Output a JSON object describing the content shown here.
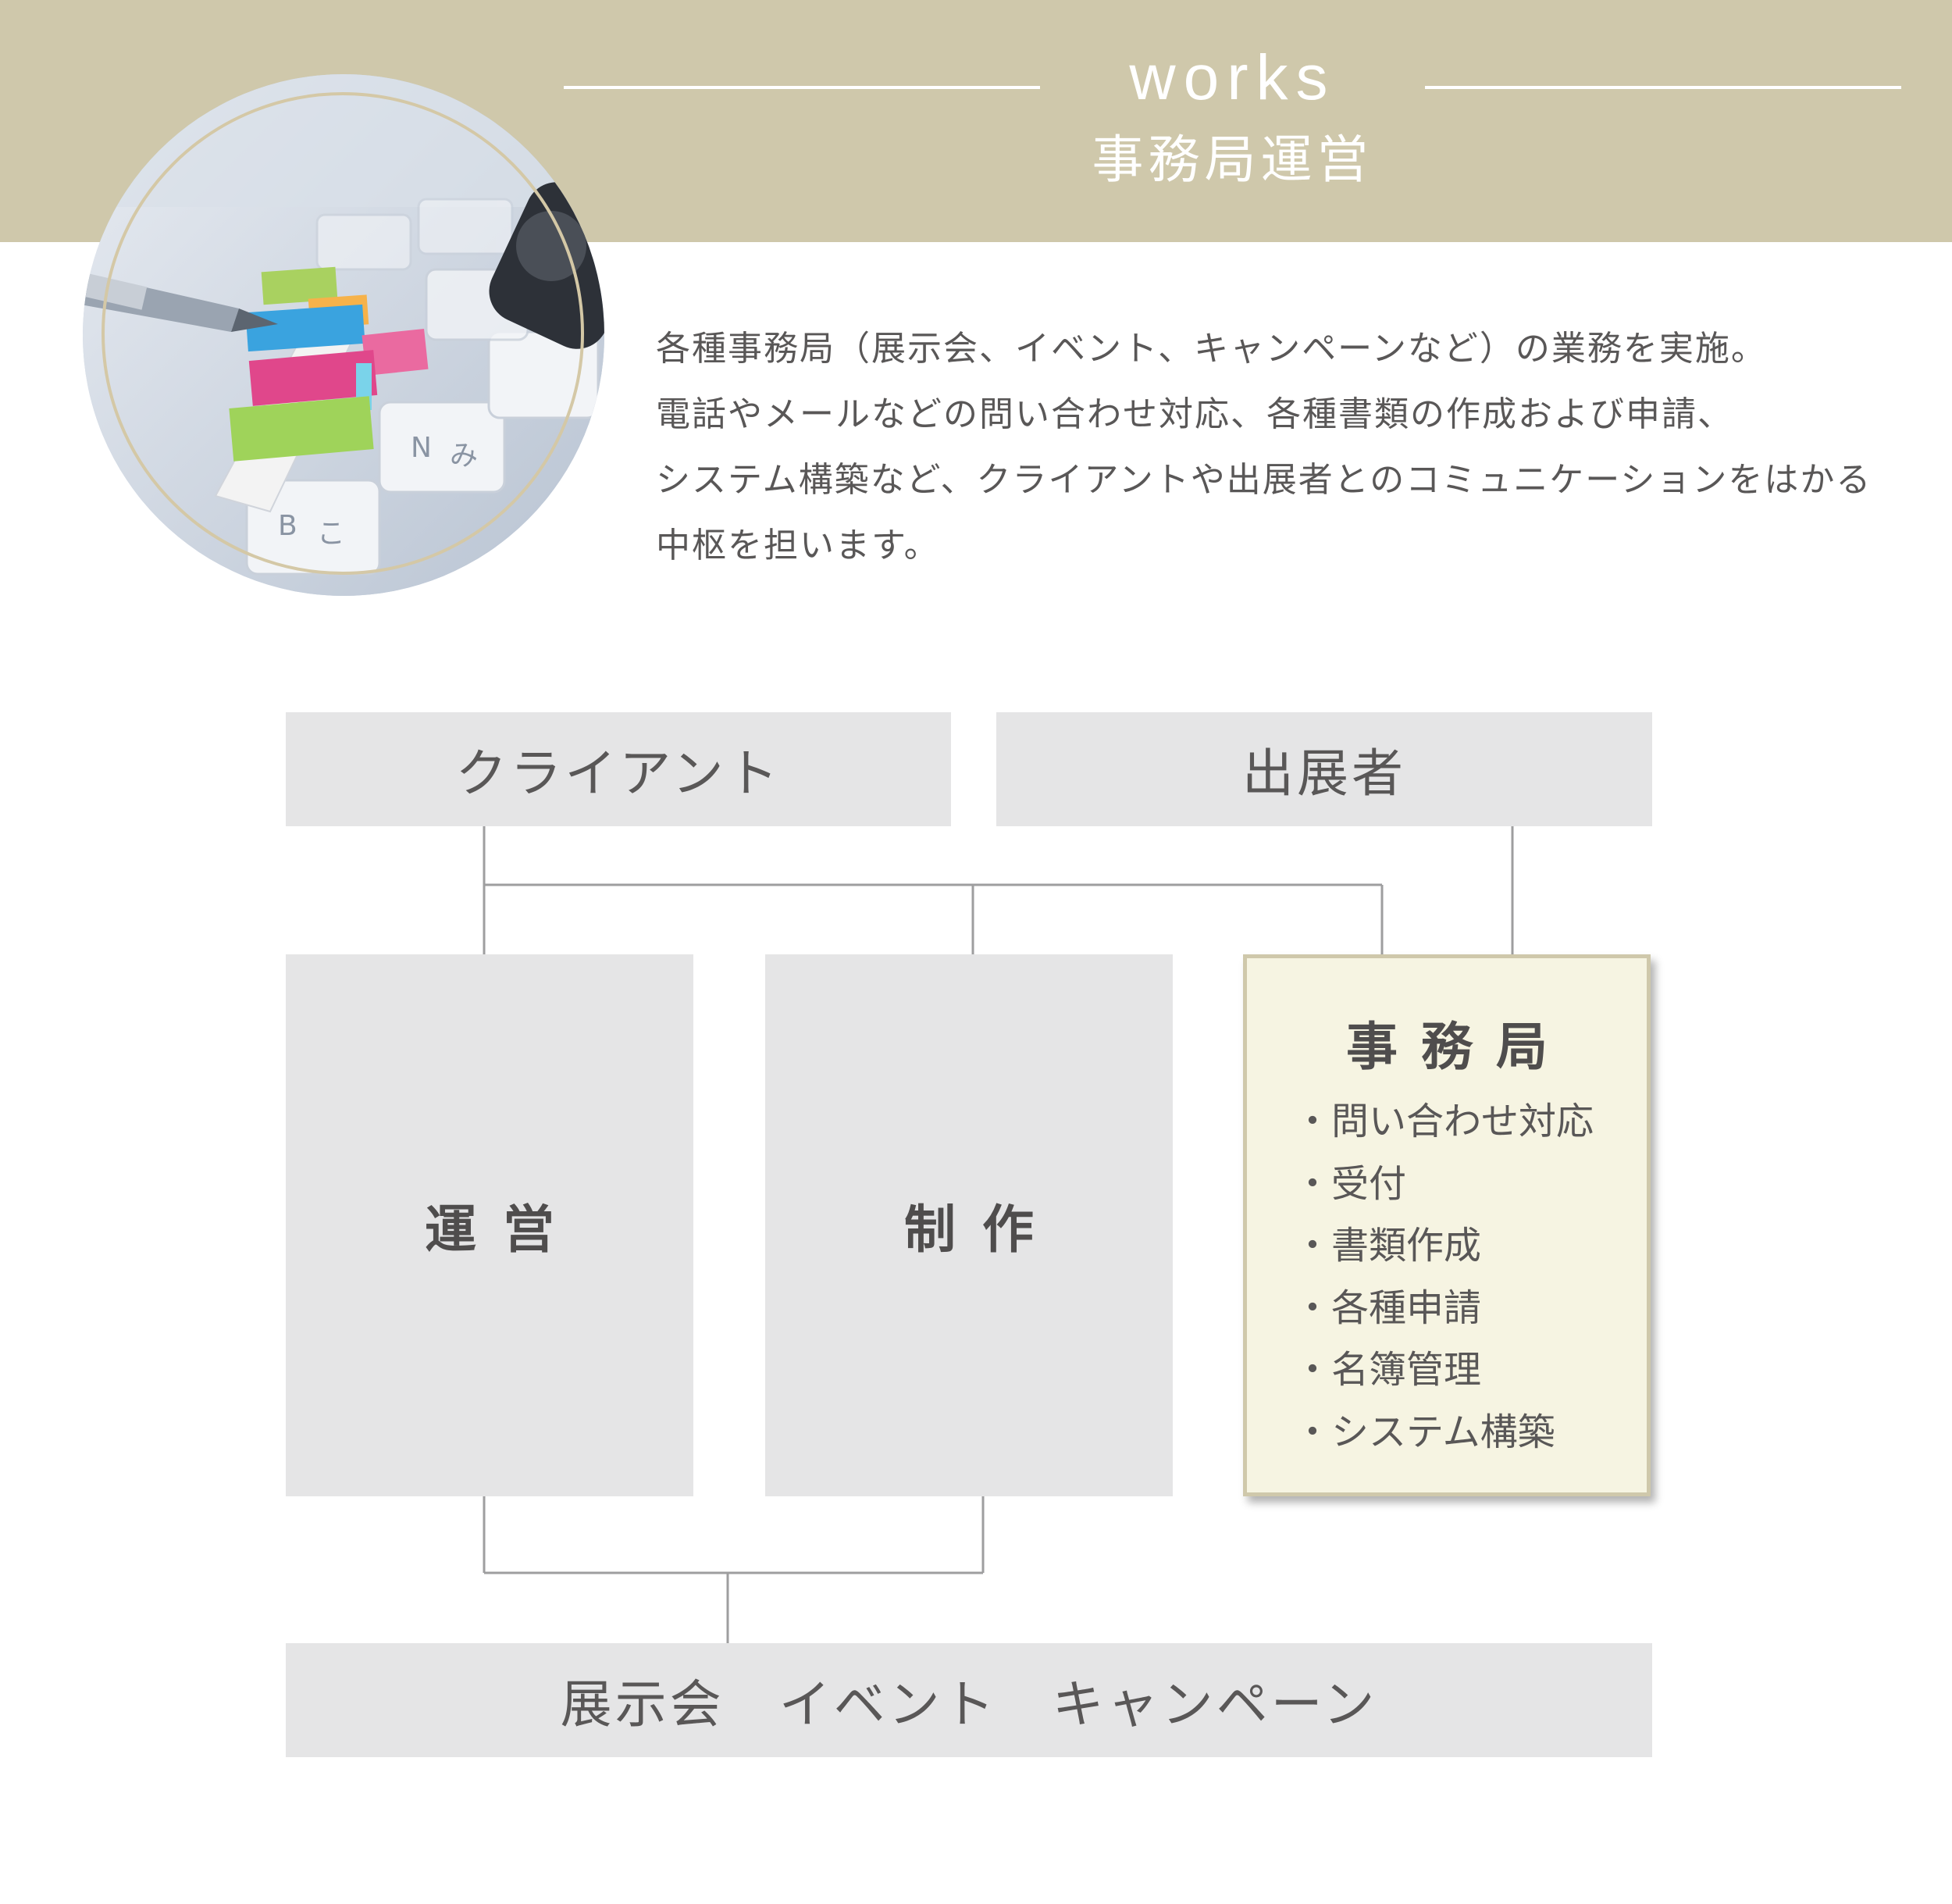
{
  "header": {
    "title_en": "works",
    "title_jp": "事務局運営"
  },
  "description": {
    "lines": [
      "各種事務局（展示会、イベント、キャンペーンなど）の業務を実施。",
      "電話やメールなどの問い合わせ対応、各種書類の作成および申請、",
      "システム構築など、クライアントや出展者とのコミュニケーションをはかる",
      "中枢を担います。"
    ]
  },
  "diagram": {
    "client": "クライアント",
    "exhibitor": "出展者",
    "operation": "運営",
    "production": "制作",
    "secretariat": {
      "title": "事務局",
      "items": [
        "問い合わせ対応",
        "受付",
        "書類作成",
        "各種申請",
        "名簿管理",
        "システム構築"
      ]
    },
    "events": "展示会　イベント　キャンペーン"
  },
  "colors": {
    "header_band": "#cfc8ab",
    "box_gray": "#e5e5e6",
    "secretariat_bg": "#f6f4e2",
    "line": "#9e9e9f",
    "text": "#595757"
  },
  "icons": {
    "photo": "keyboard-pen-sticky-notes-photo"
  }
}
